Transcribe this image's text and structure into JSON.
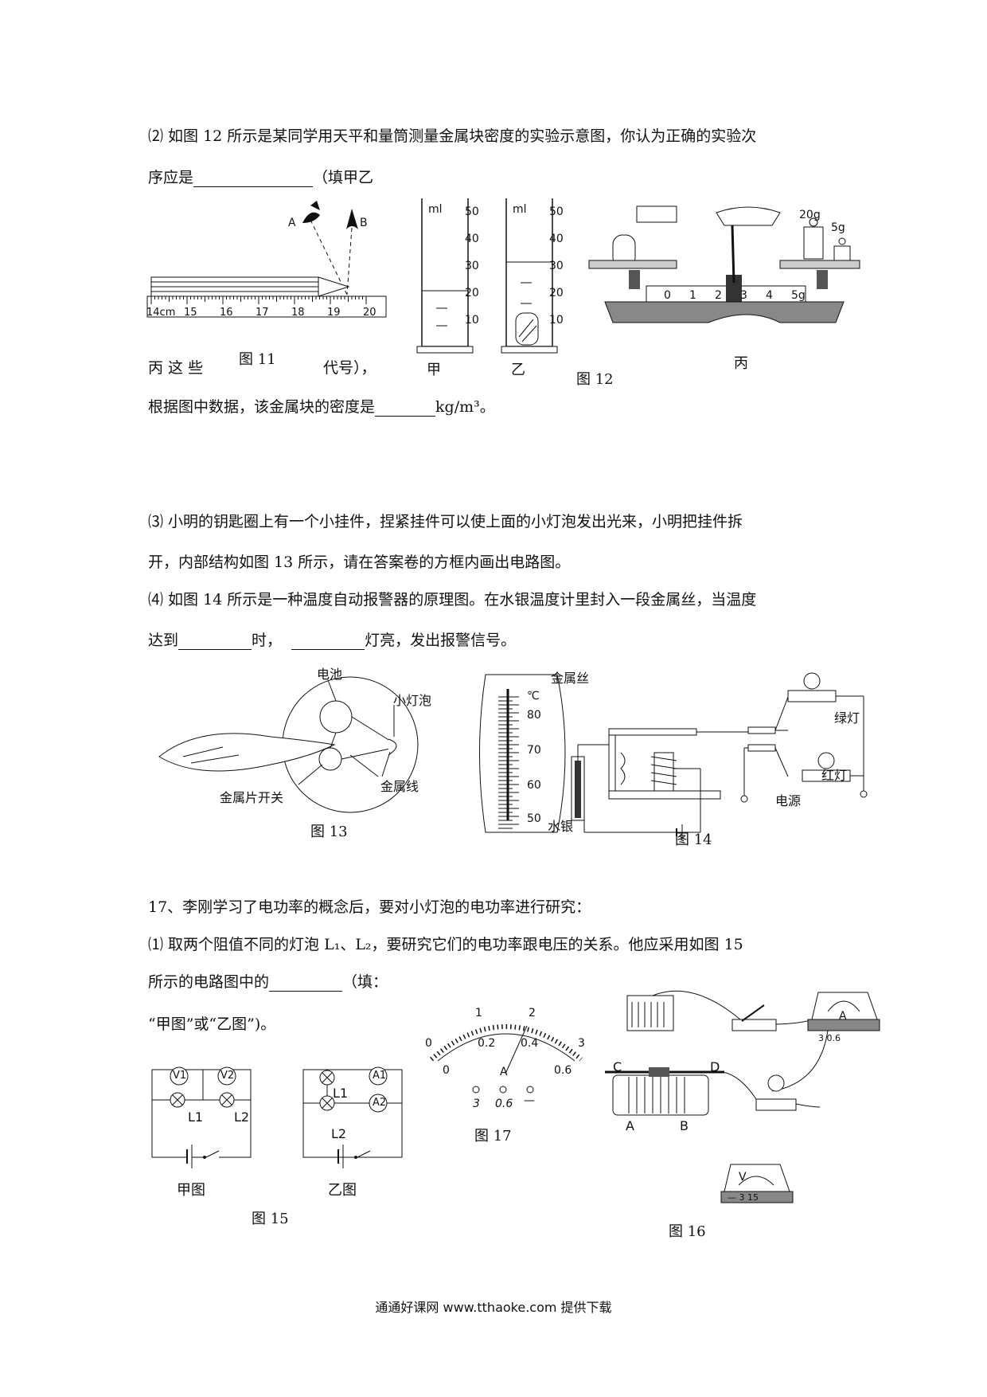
{
  "q2": {
    "line1": "⑵ 如图 12 所示是某同学用天平和量筒测量金属块密度的实验示意图，你认为正确的实验次",
    "line2a": "序应是",
    "line2b": "（填甲乙",
    "line3a": "丙 这 些",
    "line3b": "代号），",
    "line4a": "根据图中数据，该金属块的密度是",
    "line4b": "kg/m³。"
  },
  "fig11": {
    "caption": "图  11",
    "label_a": "A",
    "label_b": "B",
    "ruler_ticks": [
      "14cm",
      "15",
      "16",
      "17",
      "18",
      "19",
      "20"
    ]
  },
  "fig12": {
    "caption": "图   12",
    "unit": "ml",
    "scale": [
      "50",
      "40",
      "30",
      "20",
      "10"
    ],
    "jia": "甲",
    "yi": "乙",
    "bing": "丙",
    "weight1": "20g",
    "weight2": "5g",
    "beam_scale": [
      "0",
      "1",
      "2",
      "3",
      "4",
      "5g"
    ]
  },
  "q3": {
    "line1": "⑶ 小明的钥匙圈上有一个小挂件，捏紧挂件可以使上面的小灯泡发出光来，小明把挂件拆",
    "line2": "开，内部结构如图 13 所示，请在答案卷的方框内画出电路图。"
  },
  "q4": {
    "line1": "⑷ 如图 14 所示是一种温度自动报警器的原理图。在水银温度计里封入一段金属丝，当温度",
    "line2a": "达到",
    "line2b": "时，",
    "line2c": "灯亮，发出报警信号。"
  },
  "fig13": {
    "caption": "图  13",
    "battery": "电池",
    "bulb": "小灯泡",
    "switch": "金属片开关",
    "wire": "金属线"
  },
  "fig14": {
    "caption": "图   14",
    "wire": "金属丝",
    "mercury": "水银",
    "green": "绿灯",
    "red": "红灯",
    "power": "电源",
    "scale": [
      "80",
      "70",
      "60",
      "50"
    ],
    "unit": "℃"
  },
  "q17": {
    "line1": "17、李刚学习了电功率的概念后，要对小灯泡的电功率进行研究：",
    "line2": "⑴ 取两个阻值不同的灯泡 L₁、L₂，要研究它们的电功率跟电压的关系。他应采用如图 15",
    "line3a": "所示的电路图中的",
    "line3b": "（填：",
    "line4": "“甲图”或“乙图”)。"
  },
  "fig15": {
    "caption": "图     15",
    "jia": "甲图",
    "yi": "乙图",
    "v1": "V1",
    "v2": "V2",
    "a1": "A1",
    "a2": "A2",
    "l1": "L1",
    "l2": "L2"
  },
  "fig17": {
    "caption": "图  17",
    "top_scale": [
      "0",
      "1",
      "2",
      "3"
    ],
    "bottom_scale": [
      "0",
      "0.2",
      "0.4",
      "0.6"
    ],
    "unit": "A",
    "terminals": [
      "3",
      "0.6",
      "—"
    ]
  },
  "fig16": {
    "caption": "图  16",
    "c": "C",
    "d": "D",
    "a": "A",
    "b": "B",
    "ammeter": "A",
    "voltmeter": "V",
    "amm_terms": "3 0.6",
    "volt_terms": "— 3 15"
  },
  "footer": "通通好课网  www.tthaoke.com  提供下载"
}
